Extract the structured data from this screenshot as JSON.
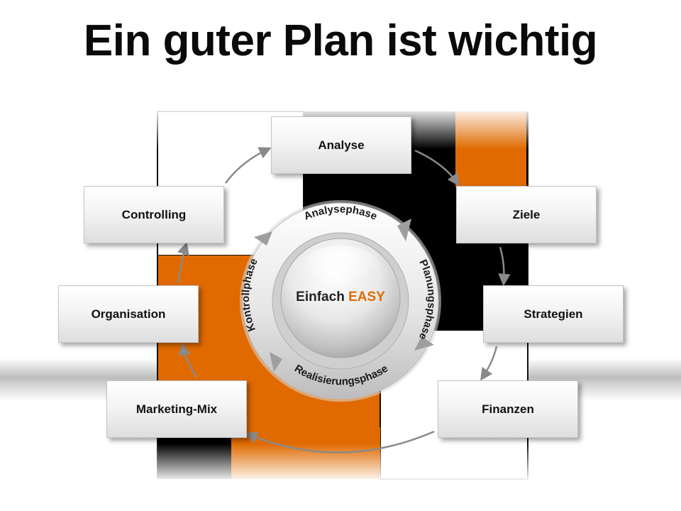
{
  "title": "Ein guter Plan ist wichtig",
  "colors": {
    "accent": "#e06a00",
    "dark": "#000000",
    "frame_white": "#ffffff"
  },
  "steps": [
    {
      "label": "Analyse"
    },
    {
      "label": "Ziele"
    },
    {
      "label": "Strategien"
    },
    {
      "label": "Finanzen"
    },
    {
      "label": "Marketing-Mix"
    },
    {
      "label": "Organisation"
    },
    {
      "label": "Controlling"
    }
  ],
  "phases": [
    {
      "label": "Analysephase"
    },
    {
      "label": "Planungsphase"
    },
    {
      "label": "Realisierungsphase"
    },
    {
      "label": "Kontrollphase"
    }
  ],
  "center": {
    "prefix": "Einfach",
    "highlight": "EASY"
  }
}
